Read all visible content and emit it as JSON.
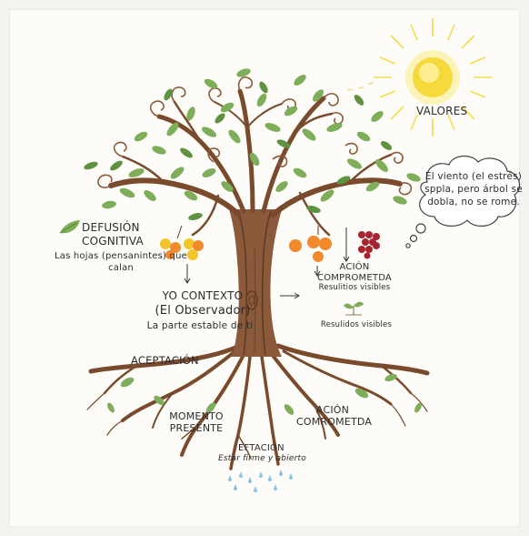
{
  "labels": {
    "valores": "VALORES",
    "defusion_title_1": "DEFUSIÓN",
    "defusion_title_2": "COGNITIVA",
    "defusion_sub": "Las hojas (pensanintes) que calan",
    "yo_contexto": "YO CONTEXTO",
    "observador": "(El Observador)",
    "parte_estable": "La parte estable de ti",
    "acion_top": "ACIÓN COMPROMETDA",
    "acion_top_sub": "Resulitios visibles",
    "resultados": "Resulidos visibles",
    "aceptacion": "ACEPTACIÓN",
    "momento": "MOMENTO PRESENTE",
    "acion_bottom": "ACIÓN COMROMETDA",
    "eftacion": "EFTACIÓN",
    "estar": "Estar firme y abierto"
  },
  "thought_bubble": {
    "text": "El viento (el estrés) sppla, pero árbol se dobla, no se rome."
  },
  "colors": {
    "trunk": "#8a5a3b",
    "trunk_dark": "#5e3a22",
    "leaf": "#7fae5a",
    "leaf_dark": "#4f7d34",
    "sun": "#f6d93a",
    "orange": "#f08a2c",
    "yellow": "#f2c52a",
    "grape": "#a8232e",
    "rain": "#8cc4e3"
  },
  "icons": [
    "sun-icon",
    "leaf-icon",
    "sprout-icon",
    "arrow-icon",
    "cloud-icon"
  ]
}
